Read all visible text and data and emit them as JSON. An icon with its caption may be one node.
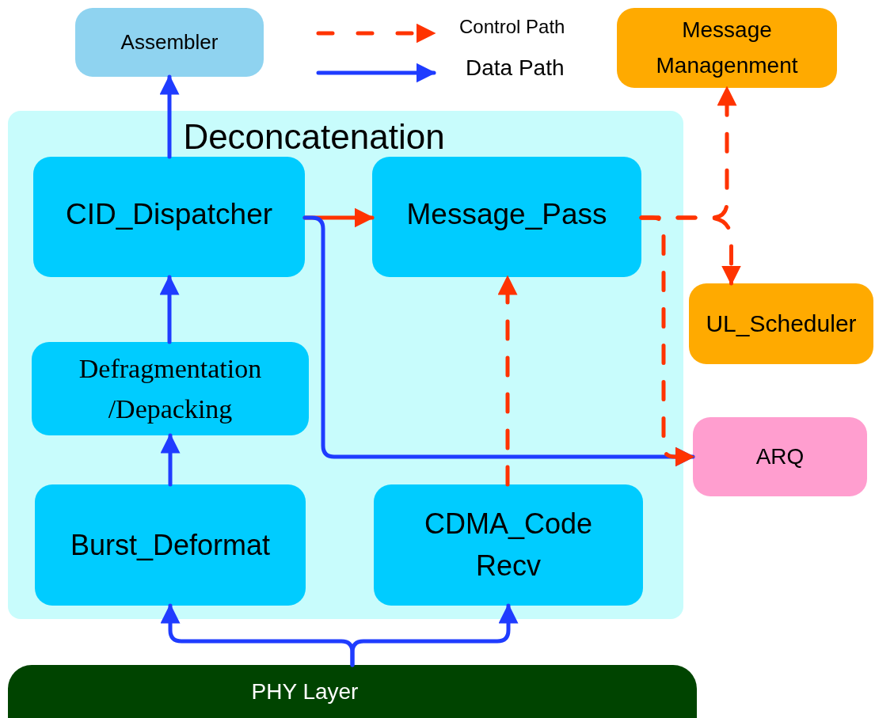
{
  "diagram": {
    "nodes": [
      {
        "text": [
          "Assembler"
        ]
      },
      {
        "text": [
          "Message Managenment"
        ]
      },
      {
        "text": [
          "Deconcatenation"
        ]
      },
      {
        "text": [
          "CID_Dispatcher"
        ],
        "in": 2
      },
      {
        "text": [
          "Message_Pass"
        ],
        "in": 2
      },
      {
        "text": [
          "UL_Scheduler"
        ]
      },
      {
        "text": [
          "Defragmentation /Depacking"
        ],
        "in": 2
      },
      {
        "text": [
          "ARQ"
        ]
      },
      {
        "text": [
          "Burst_Deformat"
        ],
        "in": 2
      },
      {
        "text": [
          "CDMA_Code Recv"
        ],
        "in": 2
      },
      {
        "text": [
          "PHY Layer"
        ]
      }
    ],
    "edges": [
      {
        "from": 3,
        "to": 0,
        "arrow": "to"
      },
      {
        "from": 6,
        "to": 3,
        "arrow": "to"
      },
      {
        "from": 8,
        "to": 6,
        "arrow": "to"
      },
      {
        "from": 3,
        "to": 4,
        "arrow": "to",
        "color": "#ff3300"
      },
      {
        "from": 3,
        "to": 7,
        "arrow": "to"
      },
      {
        "from": 4,
        "to": 1,
        "arrow": "to",
        "style": "dashed",
        "color": "#ff3300"
      },
      {
        "from": 4,
        "to": 5,
        "arrow": "to",
        "style": "dashed",
        "color": "#ff3300"
      },
      {
        "from": 4,
        "to": 7,
        "arrow": "to",
        "style": "dashed",
        "color": "#ff3300"
      },
      {
        "from": 9,
        "to": 4,
        "arrow": "to",
        "style": "dashed",
        "color": "#ff3300"
      },
      {
        "from": 10,
        "to": 8,
        "arrow": "to"
      },
      {
        "from": 10,
        "to": 9,
        "arrow": "to"
      }
    ],
    "legend": [
      {
        "text": "Control Path"
      },
      {
        "text": "Data Path"
      }
    ]
  }
}
